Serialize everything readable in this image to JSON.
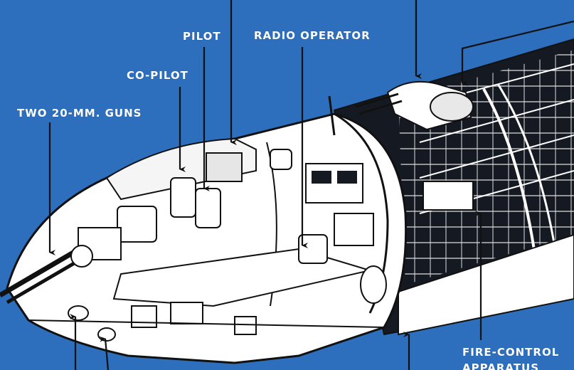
{
  "colors": {
    "background": "#2d6fbd",
    "hull": "#ffffff",
    "outline": "#111111",
    "hull_interior": "#151a22",
    "label": "#ffffff"
  },
  "labels": {
    "guns": "TWO 20-MM. GUNS",
    "copilot": "CO-PILOT",
    "pilot": "PILOT",
    "radio_operator": "RADIO OPERATOR",
    "fire_control_line1": "FIRE-CONTROL",
    "fire_control_line2": "APPARATUS"
  }
}
